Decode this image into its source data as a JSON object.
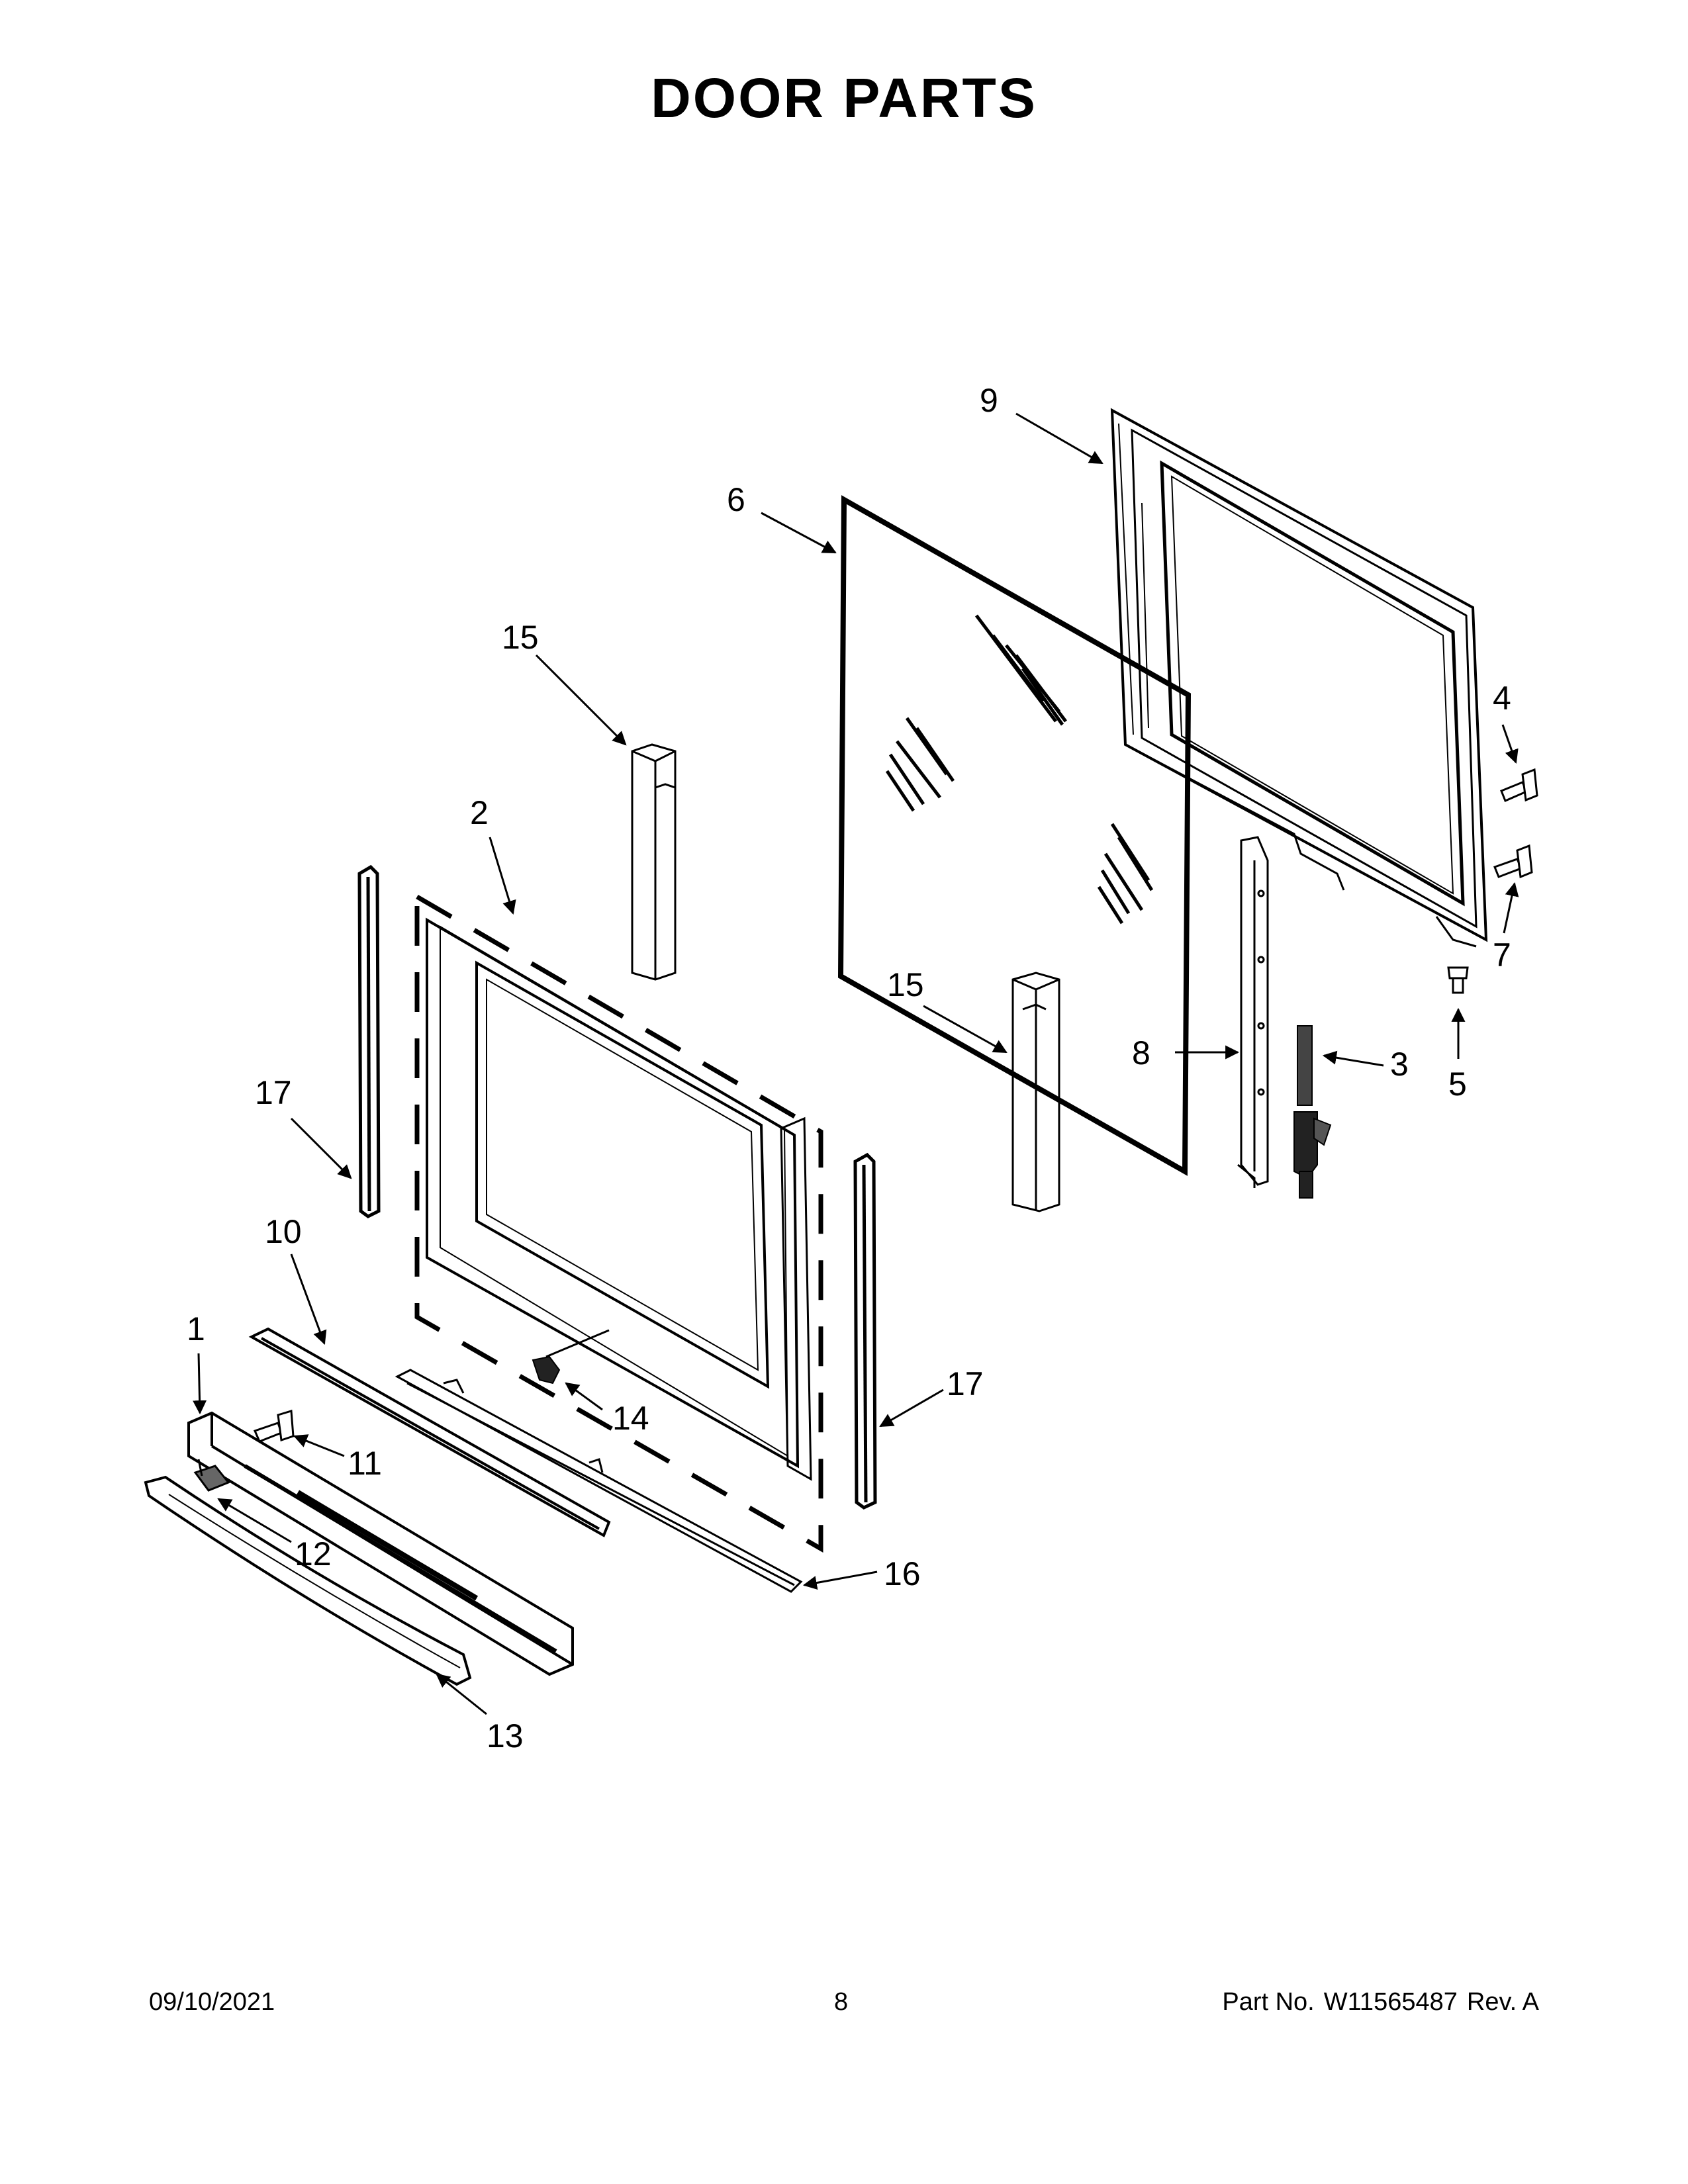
{
  "title": "DOOR PARTS",
  "callouts": {
    "c1": "1",
    "c2": "2",
    "c3": "3",
    "c4": "4",
    "c5": "5",
    "c6": "6",
    "c7": "7",
    "c8": "8",
    "c9": "9",
    "c10": "10",
    "c11": "11",
    "c12": "12",
    "c13": "13",
    "c14": "14",
    "c15a": "15",
    "c15b": "15",
    "c16": "16",
    "c17a": "17",
    "c17b": "17"
  },
  "footer": {
    "date": "09/10/2021",
    "page": "8",
    "part_label": "Part No.",
    "part_number": "W11565487",
    "rev": "Rev. A"
  }
}
